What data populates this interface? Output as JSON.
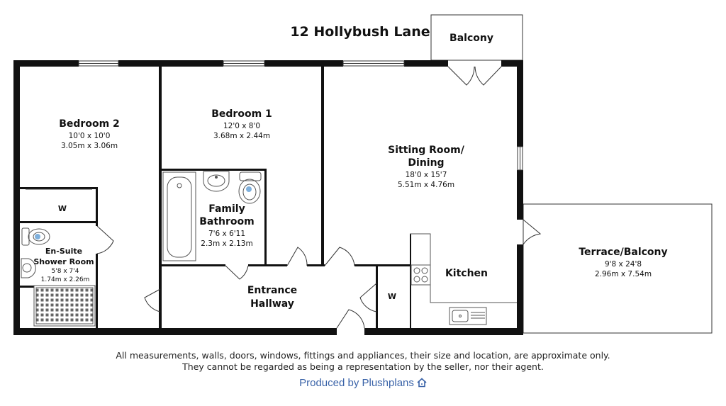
{
  "title": "12 Hollybush Lane",
  "rooms": {
    "balcony": {
      "name": "Balcony"
    },
    "bedroom2": {
      "name": "Bedroom 2",
      "dim_imperial": "10'0 x 10'0",
      "dim_metric": "3.05m x 3.06m"
    },
    "bedroom1": {
      "name": "Bedroom 1",
      "dim_imperial": "12'0 x 8'0",
      "dim_metric": "3.68m x 2.44m"
    },
    "sitting": {
      "name_line1": "Sitting Room/",
      "name_line2": "Dining",
      "dim_imperial": "18'0 x 15'7",
      "dim_metric": "5.51m x 4.76m"
    },
    "family_bathroom": {
      "name_line1": "Family",
      "name_line2": "Bathroom",
      "dim_imperial": "7'6 x 6'11",
      "dim_metric": "2.3m x 2.13m"
    },
    "ensuite": {
      "name_line1": "En-Suite",
      "name_line2": "Shower Room",
      "dim_imperial": "5'8 x 7'4",
      "dim_metric": "1.74m x 2.26m"
    },
    "wardrobe_left": {
      "name": "W"
    },
    "wardrobe_right": {
      "name": "W"
    },
    "entrance": {
      "name_line1": "Entrance",
      "name_line2": "Hallway"
    },
    "kitchen": {
      "name": "Kitchen"
    },
    "terrace": {
      "name": "Terrace/Balcony",
      "dim_imperial": "9'8 x 24'8",
      "dim_metric": "2.96m x 7.54m"
    }
  },
  "disclaimer": {
    "line1": "All measurements, walls, doors, windows, fittings and appliances, their size and location, are approximate only.",
    "line2": "They cannot be regarded as being a representation by the seller, nor their agent."
  },
  "produced_by": "Produced by Plushplans",
  "colors": {
    "wall": "#111111",
    "fixture": "#555555",
    "link": "#3a63a8"
  },
  "icons": [
    "house-logo-icon",
    "toilet-icon",
    "basin-icon",
    "bath-icon",
    "shower-tray-icon",
    "hob-icon",
    "sink-icon"
  ]
}
